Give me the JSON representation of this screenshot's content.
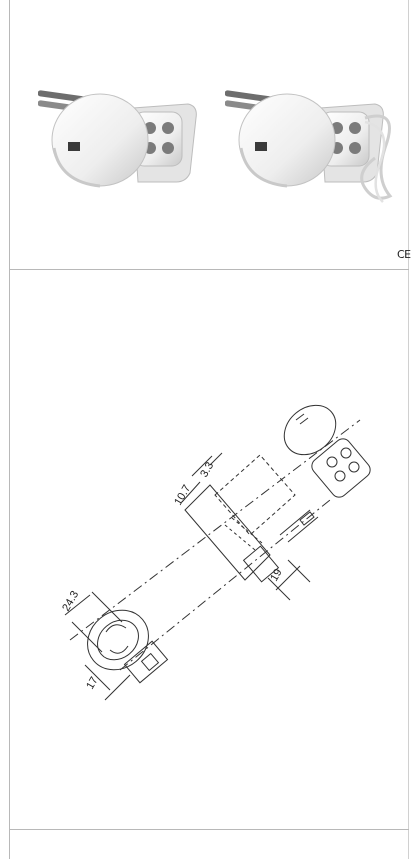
{
  "certification_mark": "CE",
  "dimensions": {
    "d1": "10.7",
    "d2": "3.3",
    "d3": "19",
    "d4": "24.3",
    "d5": "17"
  },
  "colors": {
    "frame": "#b8b8b8",
    "line": "#333333"
  }
}
